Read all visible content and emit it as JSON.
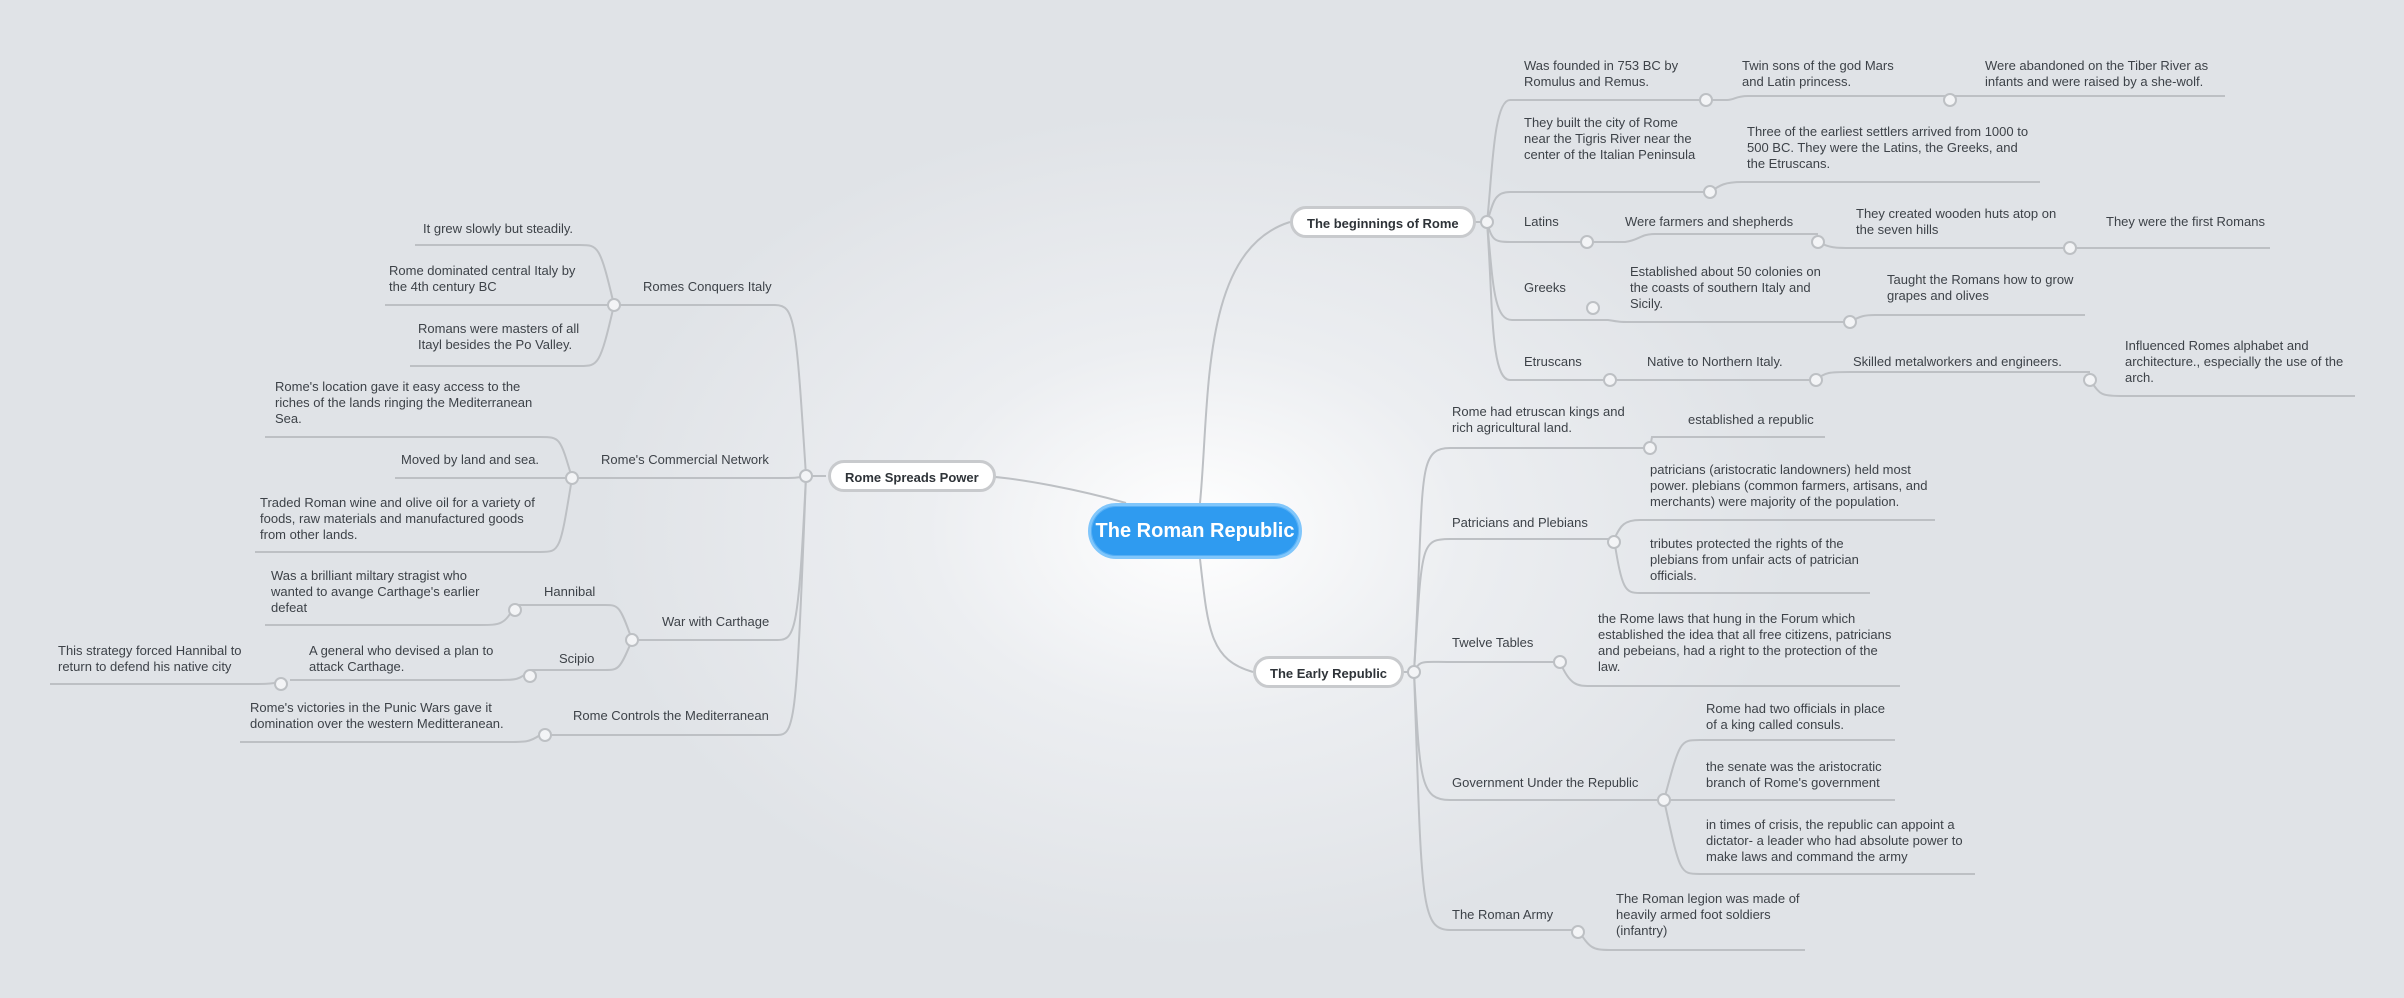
{
  "root": "The Roman Republic",
  "beginnings": {
    "label": "The beginnings of Rome",
    "founded": "Was founded in 753 BC by Romulus and Remus.",
    "twins": "Twin sons of the god Mars and Latin princess.",
    "abandoned": "Were abandoned on the Tiber River as infants and were raised by a she-wolf.",
    "built": "They built the city of Rome near the Tigris River near the center of the Italian Peninsula",
    "settlers": "Three of the earliest settlers arrived from 1000 to 500 BC.  They were the Latins, the Greeks, and the Etruscans.",
    "latins": "Latins",
    "latins_a": "Were farmers and shepherds",
    "latins_b": "They created wooden huts atop on the seven hills",
    "latins_c": "They were the first Romans",
    "greeks": "Greeks",
    "greeks_a": "Established about 50 colonies on the coasts of southern Italy and Sicily.",
    "greeks_b": "Taught the Romans how to grow grapes and olives",
    "etruscans": "Etruscans",
    "etruscans_a": "Native to Northern Italy.",
    "etruscans_b": "Skilled metalworkers and engineers.",
    "etruscans_c": "Influenced Romes alphabet and architecture., especially the use of the arch."
  },
  "early": {
    "label": "The Early Republic",
    "kings": "Rome had etruscan kings and rich agricultural land.",
    "republic": "established a republic",
    "patricians": "Patricians and Plebians",
    "patricians_a": "patricians (aristocratic landowners) held most power. plebians (common farmers, artisans, and merchants) were majority of the population.",
    "patricians_b": "tributes protected the rights of the plebians from unfair acts of patrician officials.",
    "tables": "Twelve Tables",
    "tables_a": "the Rome laws that hung in the Forum which established the idea that all free citizens, patricians and pebeians, had a right to the protection of the law.",
    "gov": "Government Under the Republic",
    "gov_a": "Rome had two officials in place of a king called consuls.",
    "gov_b": "the senate was the aristocratic branch of Rome's government",
    "gov_c": "in times of crisis, the republic can appoint a dictator- a leader who had absolute power to make laws and command the army",
    "army": "The Roman Army",
    "army_a": "The Roman legion was made of heavily armed foot soldiers (infantry)"
  },
  "spreads": {
    "label": "Rome Spreads Power",
    "conquers": "Romes Conquers Italy",
    "conquers_a": "It grew slowly but steadily.",
    "conquers_b": "Rome dominated central Italy by the 4th century BC",
    "conquers_c": "Romans were masters of all Itayl besides the Po Valley.",
    "commercial": "Rome's Commercial Network",
    "commercial_a": "Rome's location gave it easy access to the riches of the lands ringing the Mediterranean Sea.",
    "commercial_b": "Moved by land and sea.",
    "commercial_c": "Traded Roman wine and olive oil for a variety of foods, raw materials and manufactured goods from other lands.",
    "war": "War with Carthage",
    "hannibal": "Hannibal",
    "hannibal_a": "Was a brilliant miltary stragist who wanted to avange Carthage's earlier defeat",
    "scipio": "Scipio",
    "scipio_a": "A general who devised a plan to attack Carthage.",
    "scipio_b": "This strategy forced Hannibal to return to defend his native city",
    "controls": "Rome Controls the Mediterranean",
    "controls_a": "Rome's victories in the Punic Wars gave it domination over the western Meditteranean."
  }
}
